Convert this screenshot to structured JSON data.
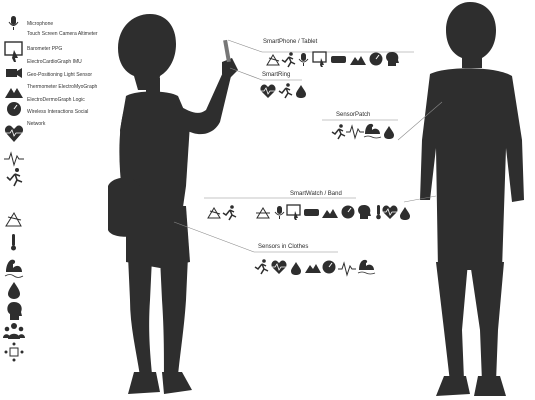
{
  "legend": {
    "items": [
      {
        "icon": "microphone-icon",
        "label": "Microphone"
      },
      {
        "icon": "touchscreen-icon",
        "label": "Touch Screen  Camera  Altimeter"
      },
      {
        "icon": "barometer-icon",
        "label": "Barometer  PPG"
      },
      {
        "icon": "camera-icon",
        "label": "ElectroCardioGraph  IMU"
      },
      {
        "icon": "altimeter-icon",
        "label": "Geo-Positioning  Light Sensor"
      },
      {
        "icon": "gauge-icon",
        "label": "Thermometer  ElectroMyoGraph"
      },
      {
        "icon": "heart-pulse-icon",
        "label": "ElectroDermoGraph  Logic"
      },
      {
        "icon": "ecg-icon",
        "label": "Wireless  Interactions  Social"
      },
      {
        "icon": "running-icon",
        "label": "Network"
      }
    ],
    "extra_icons": [
      "light-sensor-icon",
      "thermometer-icon",
      "muscle-icon",
      "drop-icon",
      "brain-icon",
      "social-icon",
      "network-icon"
    ]
  },
  "callouts": {
    "smartphone": {
      "label": "SmartPhone / Tablet",
      "icons": [
        "light-sensor-icon",
        "running-icon",
        "microphone-icon",
        "touchscreen-icon",
        "battery-icon",
        "altimeter-icon",
        "gauge-icon",
        "brain-icon"
      ]
    },
    "smartring": {
      "label": "SmartRing",
      "icons": [
        "heart-pulse-icon",
        "running-icon",
        "drop-icon"
      ]
    },
    "sensorpatch": {
      "label": "SensorPatch",
      "icons": [
        "running-icon",
        "ecg-icon",
        "muscle-icon",
        "drop-icon"
      ]
    },
    "smartwatch": {
      "label": "SmartWatch / Band",
      "icons": [
        "light-sensor-icon",
        "running-icon",
        "no-signal-icon",
        "microphone-icon",
        "touchscreen-icon",
        "battery-icon",
        "altimeter-icon",
        "gauge-icon",
        "brain-icon",
        "thermometer-icon",
        "heart-pulse-icon",
        "drop-icon"
      ]
    },
    "clothes": {
      "label": "Sensors in Clothes",
      "icons": [
        "running-icon",
        "heart-pulse-icon",
        "drop-icon",
        "altimeter-icon",
        "gauge-icon",
        "ecg-icon",
        "muscle-icon"
      ]
    }
  },
  "colors": {
    "silhouette": "#2e2e2e",
    "line": "#8a8a8a",
    "icon": "#2e2e2e"
  }
}
